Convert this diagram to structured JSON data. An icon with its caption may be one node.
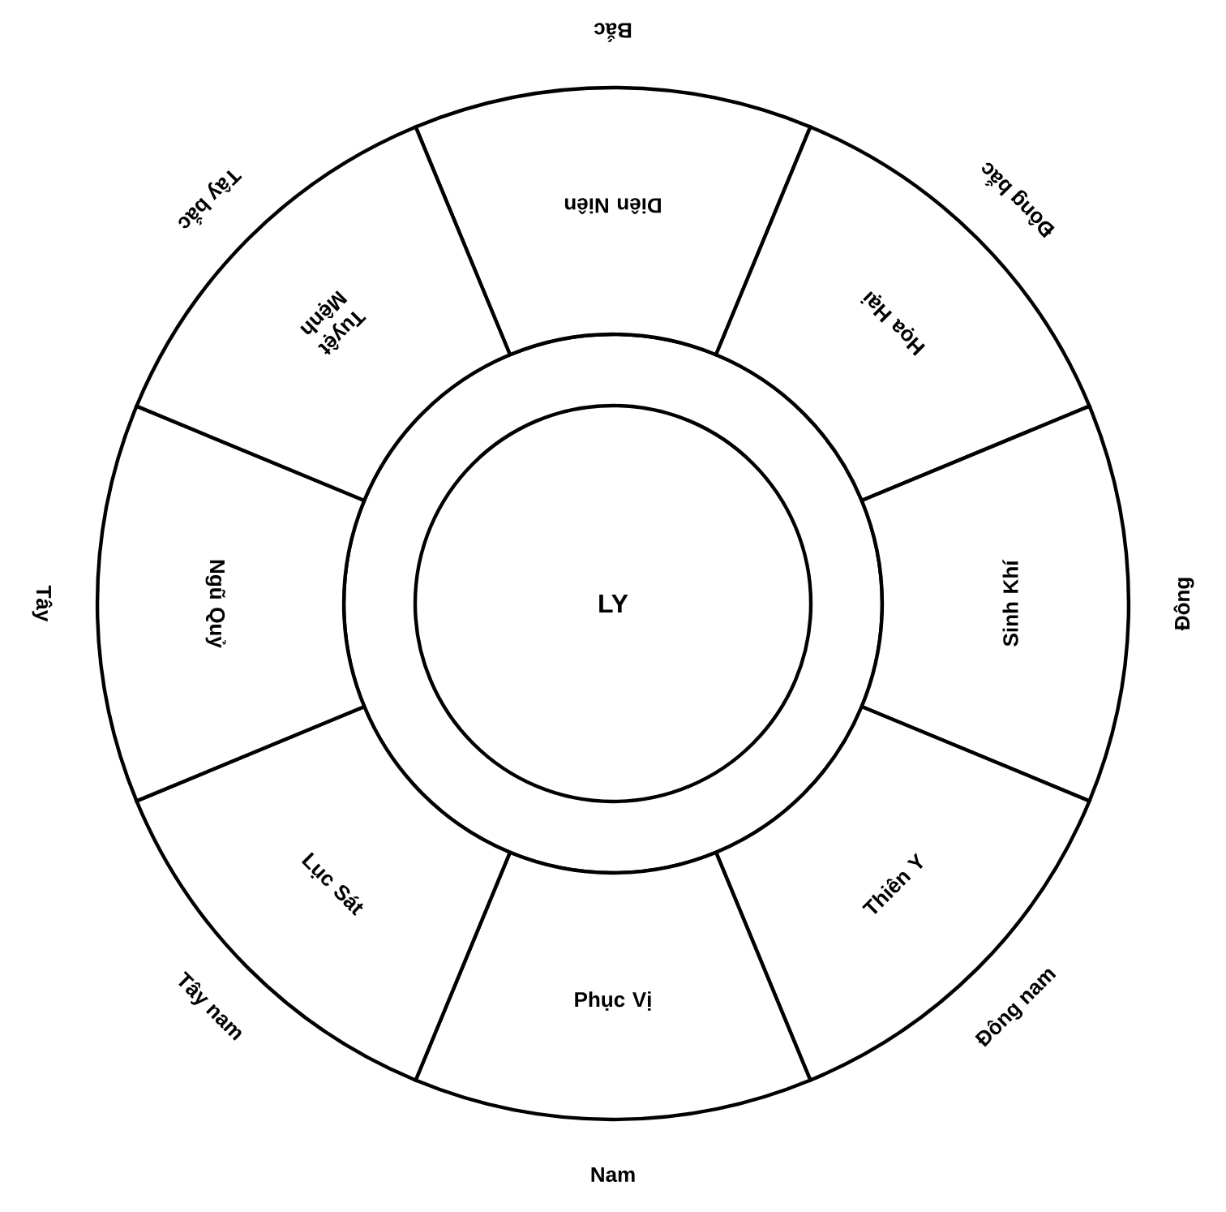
{
  "diagram": {
    "nodes": [
      {
        "text": [
          "LY"
        ]
      },
      {
        "text": [
          "Diên Niên"
        ],
        "beside": [
          "Bắc"
        ]
      },
      {
        "text": [
          "Họa Hại"
        ],
        "beside": [
          "Đông bắc"
        ]
      },
      {
        "text": [
          "Sinh Khí"
        ],
        "beside": [
          "Đông"
        ]
      },
      {
        "text": [
          "Thiên Y"
        ],
        "beside": [
          "Đông nam"
        ]
      },
      {
        "text": [
          "Phục Vị"
        ],
        "beside": [
          "Nam"
        ]
      },
      {
        "text": [
          "Lục Sát"
        ],
        "beside": [
          "Tây nam"
        ]
      },
      {
        "text": [
          "Ngũ Quỷ"
        ],
        "beside": [
          "Tây"
        ]
      },
      {
        "text": [
          "Tuyệt Mệnh"
        ],
        "beside": [
          "Tây bắc"
        ]
      }
    ]
  }
}
